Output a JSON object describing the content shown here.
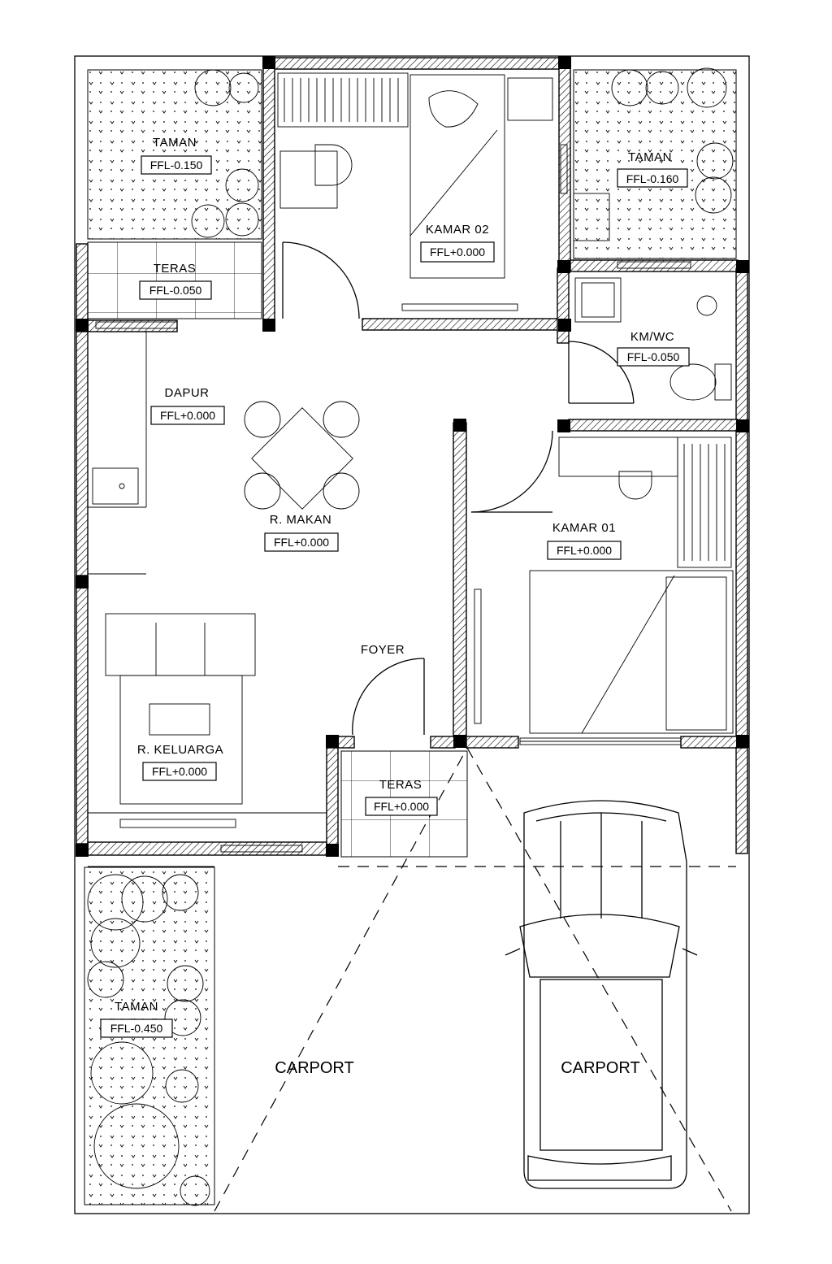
{
  "rooms": {
    "taman_top_left": {
      "name": "TAMAN",
      "level": "FFL-0.150"
    },
    "teras_top": {
      "name": "TERAS",
      "level": "FFL-0.050"
    },
    "kamar_02": {
      "name": "KAMAR 02",
      "level": "FFL+0.000"
    },
    "taman_top_right": {
      "name": "TAMAN",
      "level": "FFL-0.160"
    },
    "km_wc": {
      "name": "KM/WC",
      "level": "FFL-0.050"
    },
    "dapur": {
      "name": "DAPUR",
      "level": "FFL+0.000"
    },
    "r_makan": {
      "name": "R. MAKAN",
      "level": "FFL+0.000"
    },
    "kamar_01": {
      "name": "KAMAR 01",
      "level": "FFL+0.000"
    },
    "foyer": {
      "name": "FOYER"
    },
    "r_keluarga": {
      "name": "R. KELUARGA",
      "level": "FFL+0.000"
    },
    "teras_front": {
      "name": "TERAS",
      "level": "FFL+0.000"
    },
    "taman_bottom": {
      "name": "TAMAN",
      "level": "FFL-0.450"
    },
    "carport_left": {
      "name": "CARPORT"
    },
    "carport_right": {
      "name": "CARPORT"
    }
  }
}
